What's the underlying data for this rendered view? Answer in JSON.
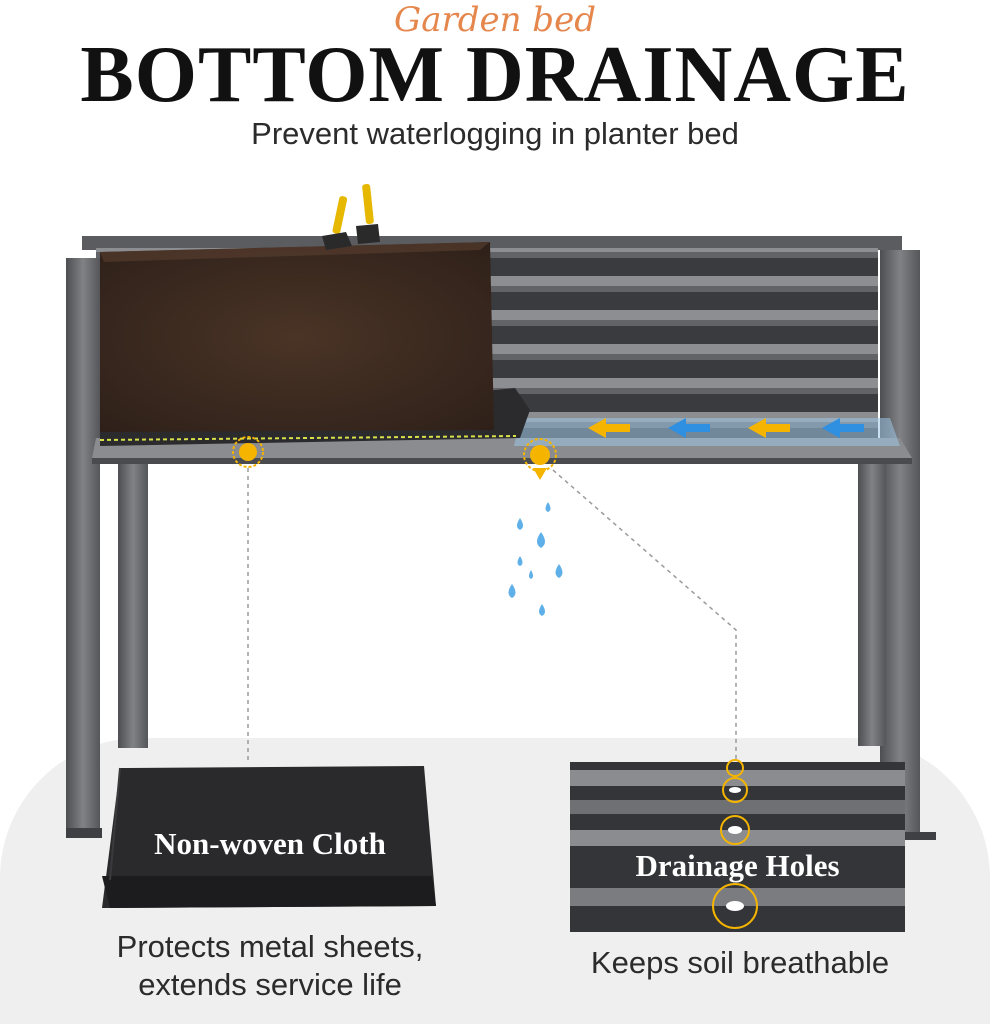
{
  "header": {
    "script_title": "Garden bed",
    "main_title": "BOTTOM DRAINAGE",
    "subtitle": "Prevent waterlogging in planter bed"
  },
  "features": [
    {
      "label": "Non-woven Cloth",
      "caption_line1": "Protects metal sheets,",
      "caption_line2": "extends service life"
    },
    {
      "label": "Drainage Holes",
      "caption_line1": "Keeps soil breathable"
    }
  ],
  "colors": {
    "frame": "#6d6f73",
    "frame_dark": "#3c3d40",
    "soil": "#3e2b20",
    "marker": "#f4b400",
    "water": "#4aa3e0",
    "accent_script": "#e5874c"
  },
  "icons": [
    "location-marker-icon",
    "arrow-left-icon",
    "water-drop-icon"
  ]
}
